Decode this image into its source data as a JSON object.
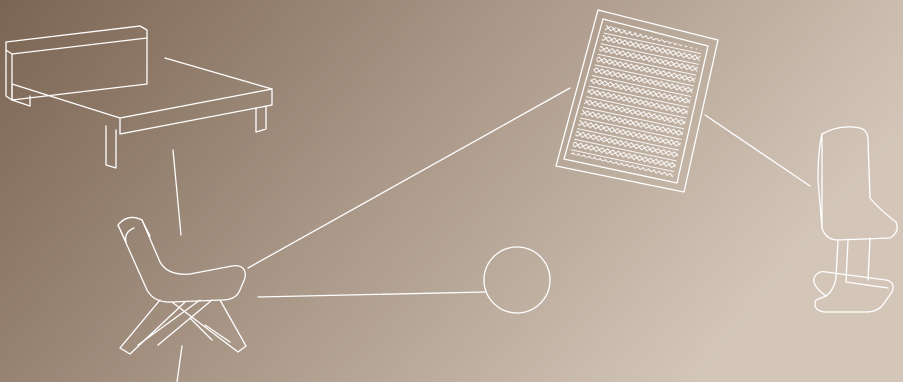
{
  "scene": {
    "background": {
      "color_left": "#7b6452",
      "color_mid": "#a89686",
      "color_right": "#d3c6b9"
    },
    "line_color": "#ffffff",
    "objects": [
      {
        "name": "bed",
        "icon": "bed-icon"
      },
      {
        "name": "lounge-chair",
        "icon": "lounge-chair-icon"
      },
      {
        "name": "patterned-rug",
        "icon": "rug-icon"
      },
      {
        "name": "round-table",
        "icon": "circle-table-icon"
      },
      {
        "name": "cantilever-chair",
        "icon": "cantilever-chair-icon"
      }
    ],
    "connections": [
      [
        "bed",
        "lounge-chair"
      ],
      [
        "lounge-chair",
        "patterned-rug"
      ],
      [
        "lounge-chair",
        "round-table"
      ],
      [
        "patterned-rug",
        "cantilever-chair"
      ]
    ]
  }
}
